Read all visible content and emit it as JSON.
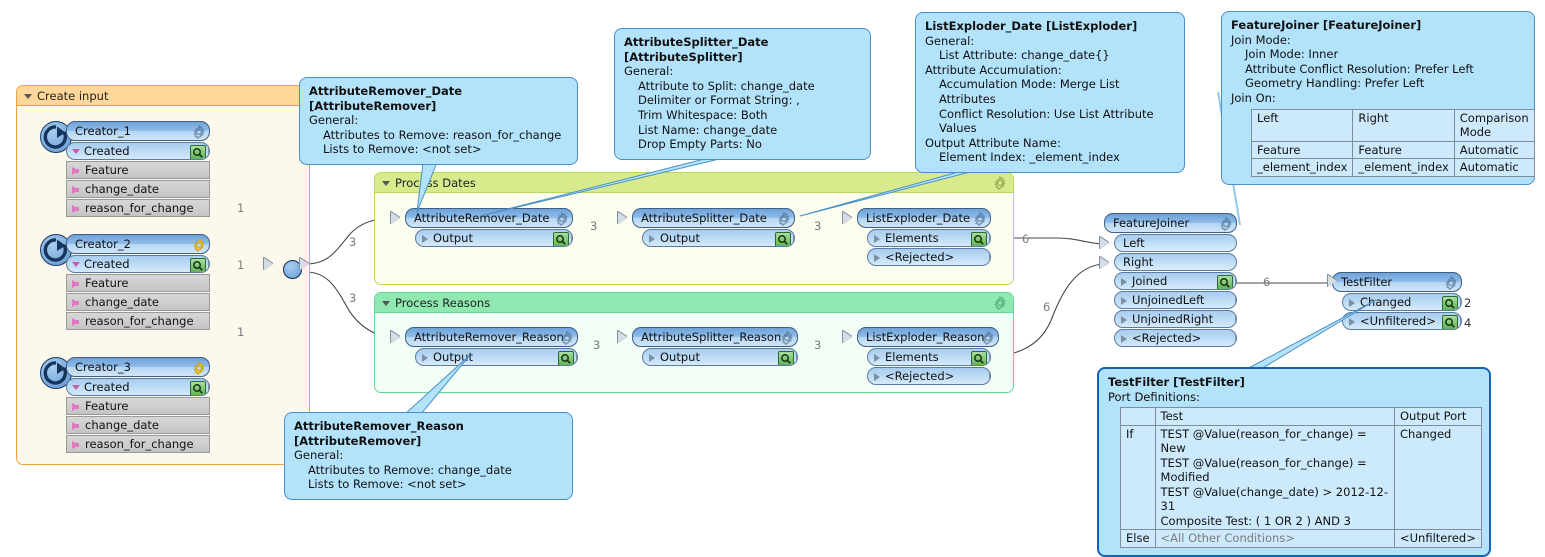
{
  "groups": [
    {
      "name": "create-input",
      "label": "Create input",
      "gear": false
    },
    {
      "name": "process-dates",
      "label": "Process Dates",
      "gear": true
    },
    {
      "name": "process-reasons",
      "label": "Process Reasons",
      "gear": true
    }
  ],
  "creators": [
    {
      "title": "Creator_1",
      "port": "Created",
      "attrs": [
        "Feature",
        "change_date",
        "reason_for_change"
      ],
      "link_label": "1"
    },
    {
      "title": "Creator_2",
      "port": "Created",
      "attrs": [
        "Feature",
        "change_date",
        "reason_for_change"
      ],
      "link_label": "1"
    },
    {
      "title": "Creator_3",
      "port": "Created",
      "attrs": [
        "Feature",
        "change_date",
        "reason_for_change"
      ],
      "link_label": "1"
    }
  ],
  "nodes": {
    "attribute_remover_date": {
      "title": "AttributeRemover_Date",
      "ports": [
        "Output"
      ]
    },
    "attribute_splitter_date": {
      "title": "AttributeSplitter_Date",
      "ports": [
        "Output"
      ]
    },
    "list_exploder_date": {
      "title": "ListExploder_Date",
      "ports": [
        "Elements",
        "<Rejected>"
      ]
    },
    "attribute_remover_reason": {
      "title": "AttributeRemover_Reason",
      "ports": [
        "Output"
      ]
    },
    "attribute_splitter_reason": {
      "title": "AttributeSplitter_Reason",
      "ports": [
        "Output"
      ]
    },
    "list_exploder_reason": {
      "title": "ListExploder_Reason",
      "ports": [
        "Elements",
        "<Rejected>"
      ]
    },
    "feature_joiner": {
      "title": "FeatureJoiner",
      "inputs": [
        "Left",
        "Right"
      ],
      "outputs": [
        "Joined",
        "UnjoinedLeft",
        "UnjoinedRight",
        "<Rejected>"
      ]
    },
    "test_filter": {
      "title": "TestFilter",
      "outputs": [
        "Changed",
        "<Unfiltered>"
      ],
      "counts": [
        "2",
        "4"
      ]
    }
  },
  "link_labels": {
    "creator1": "1",
    "creator2": "1",
    "creator3": "1",
    "junction_to_dates": "3",
    "junction_to_reasons": "3",
    "rem_date_to_split": "3",
    "split_date_to_explode": "3",
    "rem_reason_to_split": "3",
    "split_reason_to_explode": "3",
    "explode_date_to_left": "6",
    "explode_reason_to_right": "6",
    "joined_to_testfilter": "6"
  },
  "callouts": {
    "attribute_remover_date": {
      "title": "AttributeRemover_Date [AttributeRemover]",
      "lines": [
        {
          "text": "General:",
          "indent": 0
        },
        {
          "text": "Attributes to Remove: reason_for_change",
          "indent": 1
        },
        {
          "text": "Lists to Remove: <not set>",
          "indent": 1
        }
      ]
    },
    "attribute_splitter_date": {
      "title": "AttributeSplitter_Date [AttributeSplitter]",
      "lines": [
        {
          "text": "General:",
          "indent": 0
        },
        {
          "text": "Attribute to Split: change_date",
          "indent": 1
        },
        {
          "text": "Delimiter or Format String: ,",
          "indent": 1
        },
        {
          "text": "Trim Whitespace: Both",
          "indent": 1
        },
        {
          "text": "List Name: change_date",
          "indent": 1
        },
        {
          "text": "Drop Empty Parts: No",
          "indent": 1
        }
      ]
    },
    "list_exploder_date": {
      "title": "ListExploder_Date [ListExploder]",
      "lines": [
        {
          "text": "General:",
          "indent": 0
        },
        {
          "text": "List Attribute: change_date{}",
          "indent": 1
        },
        {
          "text": "Attribute Accumulation:",
          "indent": 0
        },
        {
          "text": "Accumulation Mode: Merge List Attributes",
          "indent": 1
        },
        {
          "text": "Conflict Resolution: Use List Attribute Values",
          "indent": 1
        },
        {
          "text": "Output Attribute Name:",
          "indent": 0
        },
        {
          "text": "Element Index: _element_index",
          "indent": 1
        }
      ]
    },
    "feature_joiner": {
      "title": "FeatureJoiner [FeatureJoiner]",
      "lines": [
        {
          "text": "Join Mode:",
          "indent": 0
        },
        {
          "text": "Join Mode: Inner",
          "indent": 1
        },
        {
          "text": "Attribute Conflict Resolution: Prefer Left",
          "indent": 1
        },
        {
          "text": "Geometry Handling: Prefer Left",
          "indent": 1
        },
        {
          "text": "Join On:",
          "indent": 0
        }
      ],
      "table": {
        "headers": [
          "Left",
          "Right",
          "Comparison Mode"
        ],
        "rows": [
          [
            "Feature",
            "Feature",
            "Automatic"
          ],
          [
            "_element_index",
            "_element_index",
            "Automatic"
          ]
        ]
      }
    },
    "attribute_remover_reason": {
      "title": "AttributeRemover_Reason [AttributeRemover]",
      "lines": [
        {
          "text": "General:",
          "indent": 0
        },
        {
          "text": "Attributes to Remove: change_date",
          "indent": 1
        },
        {
          "text": "Lists to Remove: <not set>",
          "indent": 1
        }
      ]
    },
    "test_filter": {
      "title": "TestFilter [TestFilter]",
      "lines": [
        {
          "text": "Port Definitions:",
          "indent": 0
        }
      ],
      "table": {
        "headers": [
          "",
          "Test",
          "Output Port"
        ],
        "if_label": "If",
        "if_tests": [
          "TEST @Value(reason_for_change) = New",
          "TEST @Value(reason_for_change) = Modified",
          "TEST @Value(change_date) > 2012-12-31",
          "Composite Test: ( 1 OR 2 ) AND 3"
        ],
        "if_port": "Changed",
        "else_label": "Else",
        "else_test": "<All Other Conditions>",
        "else_port": "<Unfiltered>"
      }
    }
  },
  "colors": {
    "group_create_header": "#ffd79a",
    "group_create_body": "#fdf8ec",
    "group_create_border": "#f0a33c",
    "group_dates_header": "#d7eb8c",
    "group_dates_body": "#fbfdef",
    "group_dates_border": "#b9d95a",
    "group_reasons_header": "#8fe8b0",
    "group_reasons_body": "#f1fdf5",
    "group_reasons_border": "#64d89a",
    "callout_bg": "#b3e3fb",
    "callout_border": "#4a8fc7",
    "callout_selected_border": "#1464b4",
    "node_title_blue": "#8fbde9",
    "port_blue": "#bedcf5",
    "attr_grey": "#cfcfcf",
    "inspect_green": "#7cc472",
    "link_grey": "#4a4a4a"
  }
}
